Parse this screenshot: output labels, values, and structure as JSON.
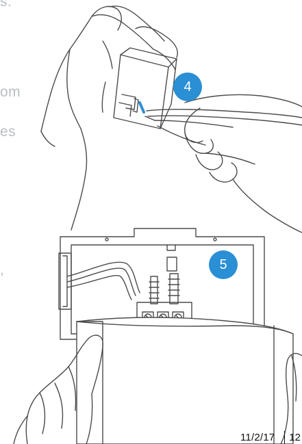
{
  "text_fragments": {
    "line_1": "s.",
    "line_2": "om",
    "line_3": "es",
    "line_4": ","
  },
  "steps": [
    {
      "number": "4",
      "color": "#2a8fd4"
    },
    {
      "number": "5",
      "color": "#2a8fd4"
    }
  ],
  "colors": {
    "accent_blue": "#2a8fd4",
    "line_art": "#4a4a4a",
    "faded_text": "#b9bec4"
  },
  "footer": {
    "date": "11/2/17",
    "page_fragment": "12"
  }
}
